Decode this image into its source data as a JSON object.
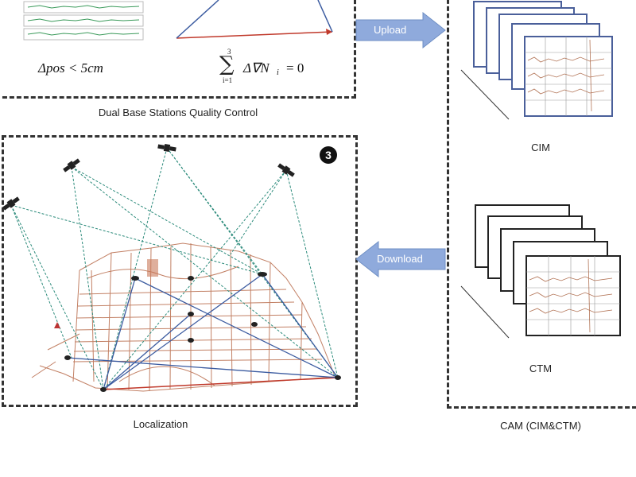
{
  "panel_top": {
    "formula_left": "Δpos < 5cm",
    "formula_right_sum": "∑",
    "formula_right_sub": "i=1",
    "formula_right_sup": "3",
    "formula_right_body": "Δ∇N",
    "formula_right_index": "i",
    "formula_right_eq": "= 0",
    "caption": "Dual Base Stations Quality Control"
  },
  "panel_localization": {
    "step_badge": "3",
    "caption": "Localization"
  },
  "arrows": {
    "upload": "Upload",
    "download": "Download"
  },
  "panel_right": {
    "cim_label": "CIM",
    "ctm_label": "CTM",
    "caption": "CAM (CIM&CTM)"
  },
  "colors": {
    "arrow_fill": "#8faadc",
    "cim_frame": "#4a5f9a",
    "road": "#b86a4a",
    "signal_line": "#2a8a7a",
    "baseline_red": "#c0392b",
    "baseline_blue": "#3b5ba0"
  }
}
